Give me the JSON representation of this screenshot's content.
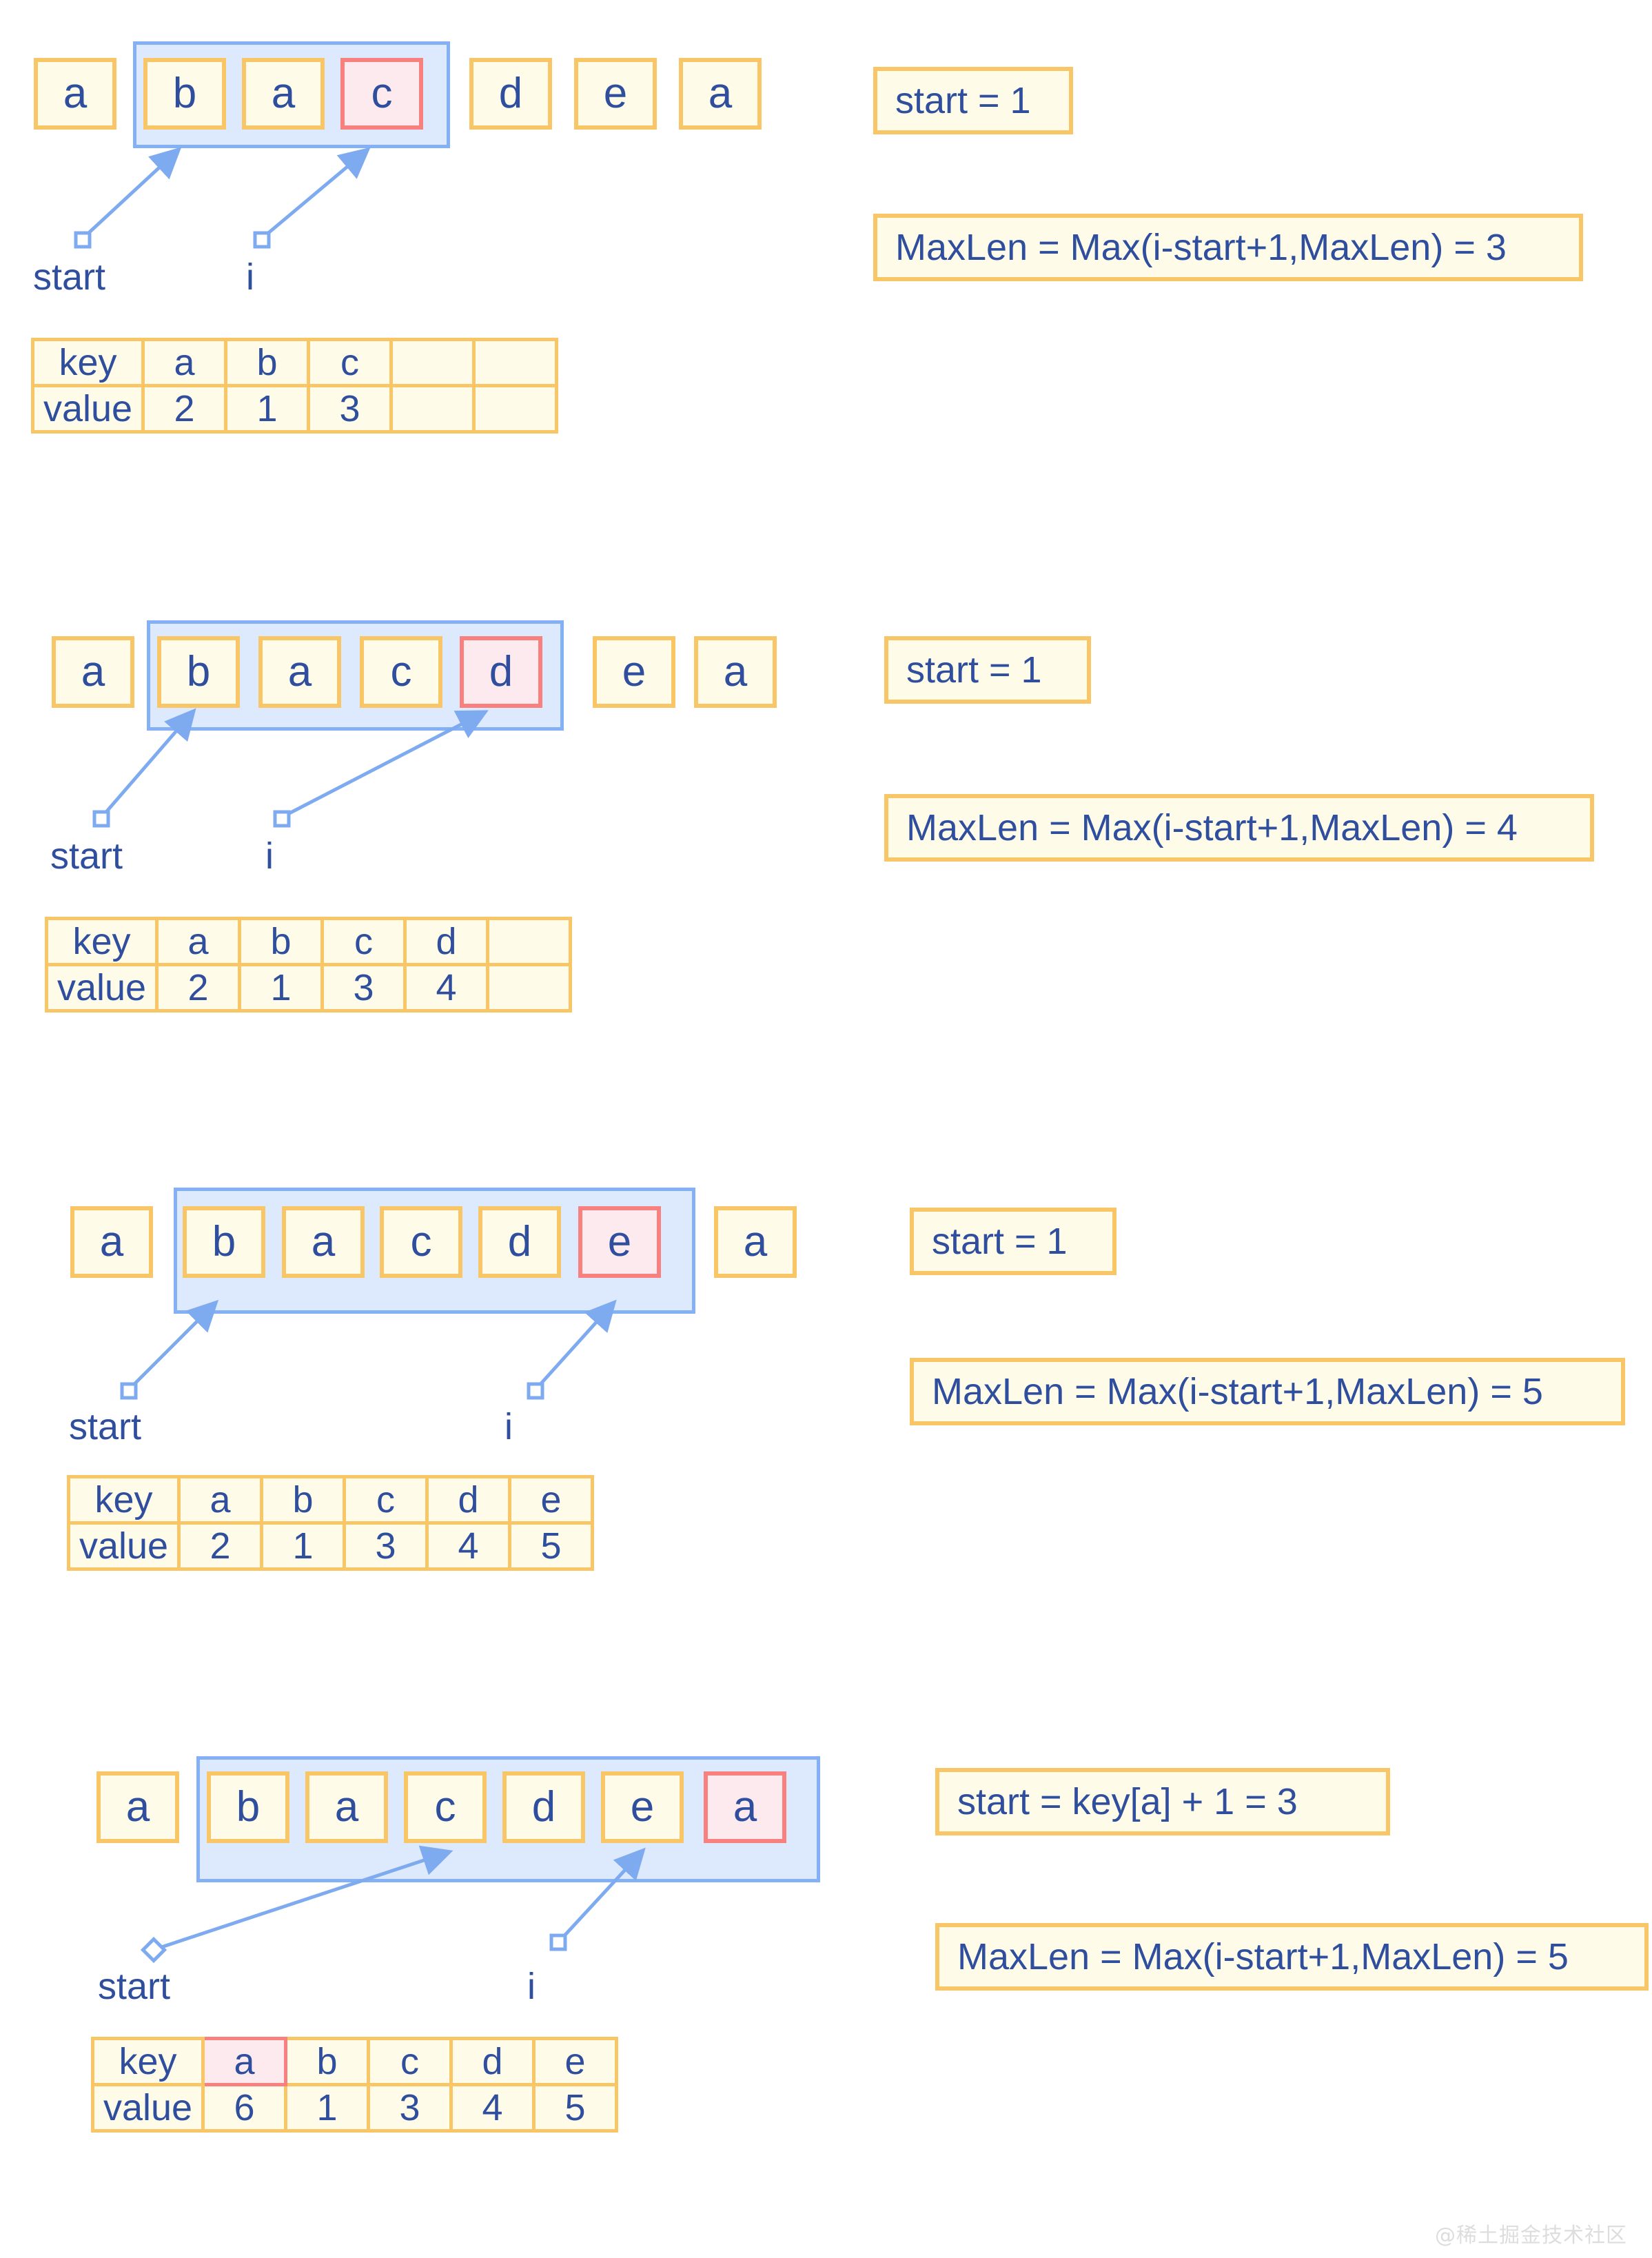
{
  "watermark": "@稀土掘金技术社区",
  "colors": {
    "cell_fill": "#fefbe8",
    "cell_border": "#f9c667",
    "highlight_fill": "#fdeaee",
    "highlight_border": "#f8817f",
    "window_fill": "#dde9fc",
    "window_border": "#84b1f5",
    "text": "#2f4f9e"
  },
  "pointer_labels": {
    "start": "start",
    "i": "i"
  },
  "table_row_labels": {
    "key": "key",
    "value": "value"
  },
  "panels": [
    {
      "id": "step-1",
      "string": [
        "a",
        "b",
        "a",
        "c",
        "d",
        "e",
        "a"
      ],
      "window": {
        "from": 1,
        "to": 3
      },
      "current_index": 3,
      "start_index": 1,
      "notes": [
        "start = 1",
        "MaxLen = Max(i-start+1,MaxLen) = 3"
      ],
      "hash_table": {
        "keys": [
          "a",
          "b",
          "c",
          "",
          ""
        ],
        "values": [
          "2",
          "1",
          "3",
          "",
          ""
        ],
        "highlight_key_col": -1
      }
    },
    {
      "id": "step-2",
      "string": [
        "a",
        "b",
        "a",
        "c",
        "d",
        "e",
        "a"
      ],
      "window": {
        "from": 1,
        "to": 4
      },
      "current_index": 4,
      "start_index": 1,
      "notes": [
        "start = 1",
        "MaxLen = Max(i-start+1,MaxLen) = 4"
      ],
      "hash_table": {
        "keys": [
          "a",
          "b",
          "c",
          "d",
          ""
        ],
        "values": [
          "2",
          "1",
          "3",
          "4",
          ""
        ],
        "highlight_key_col": -1
      }
    },
    {
      "id": "step-3",
      "string": [
        "a",
        "b",
        "a",
        "c",
        "d",
        "e",
        "a"
      ],
      "window": {
        "from": 1,
        "to": 5
      },
      "current_index": 5,
      "start_index": 1,
      "notes": [
        "start = 1",
        "MaxLen = Max(i-start+1,MaxLen) = 5"
      ],
      "hash_table": {
        "keys": [
          "a",
          "b",
          "c",
          "d",
          "e"
        ],
        "values": [
          "2",
          "1",
          "3",
          "4",
          "5"
        ],
        "highlight_key_col": -1
      }
    },
    {
      "id": "step-4",
      "string": [
        "a",
        "b",
        "a",
        "c",
        "d",
        "e",
        "a"
      ],
      "window": {
        "from": 1,
        "to": 6
      },
      "current_index": 6,
      "start_index": 3,
      "notes": [
        "start = key[a] + 1 = 3",
        "MaxLen = Max(i-start+1,MaxLen) = 5"
      ],
      "hash_table": {
        "keys": [
          "a",
          "b",
          "c",
          "d",
          "e"
        ],
        "values": [
          "6",
          "1",
          "3",
          "4",
          "5"
        ],
        "highlight_key_col": 0
      }
    }
  ]
}
